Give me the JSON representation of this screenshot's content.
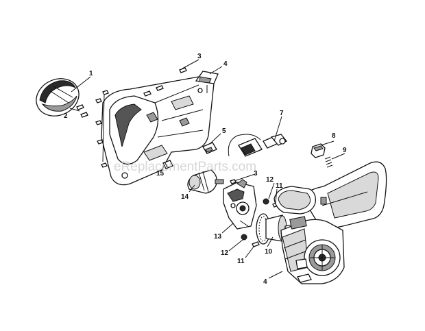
{
  "watermark": "eReplacementParts.com",
  "callouts": [
    {
      "id": "c1",
      "label": "1"
    },
    {
      "id": "c2",
      "label": "2"
    },
    {
      "id": "c3a",
      "label": "3"
    },
    {
      "id": "c4a",
      "label": "4"
    },
    {
      "id": "c5",
      "label": "5"
    },
    {
      "id": "c7",
      "label": "7"
    },
    {
      "id": "c8",
      "label": "8"
    },
    {
      "id": "c9",
      "label": "9"
    },
    {
      "id": "c3b",
      "label": "3"
    },
    {
      "id": "c12a",
      "label": "12"
    },
    {
      "id": "c11a",
      "label": "11"
    },
    {
      "id": "c15",
      "label": "15"
    },
    {
      "id": "c14",
      "label": "14"
    },
    {
      "id": "c13",
      "label": "13"
    },
    {
      "id": "c12b",
      "label": "12"
    },
    {
      "id": "c11b",
      "label": "11"
    },
    {
      "id": "c10",
      "label": "10"
    },
    {
      "id": "c4b",
      "label": "4"
    }
  ]
}
